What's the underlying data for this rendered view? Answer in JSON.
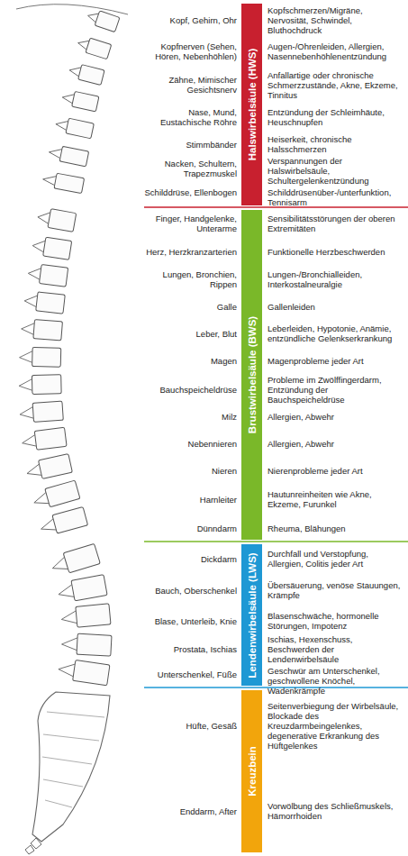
{
  "diagram": {
    "nodes": [
      {
        "text": [
          "Halswirbelsäule (HWS)"
        ]
      },
      {
        "text": [
          "Brustwirbelsäule (BWS)"
        ]
      },
      {
        "text": [
          "Lendenwirbelsäule (LWS)"
        ]
      },
      {
        "text": [
          "Kreuzbein"
        ]
      }
    ],
    "labels": [
      "Kopf, Gehirn, Ohr",
      "Kopfschmerzen/Migräne, Nervosität, Schwindel, Bluthochdruck",
      "Kopfnerven (Sehen, Hören, Nebenhöhlen)",
      "Augen-/Ohrenleiden, Allergien, Nasennebenhöhlenentzündung",
      "Zähne, Mimischer Gesichtsnerv",
      "Anfallartige oder chronische Schmerzzustände, Akne, Ekzeme, Tinnitus",
      "Nase, Mund, Eustachische Röhre",
      "Entzündung der Schleimhäute, Heuschnupfen",
      "Stimmbänder",
      "Heiserkeit, chronische Halsschmerzen",
      "Nacken, Schultern, Trapezmuskel",
      "Verspannungen der Halswirbelsäule, Schultergelenkentzündung",
      "Schilddrüse, Ellenbogen",
      "Schilddrüsenüber-/unterfunktion, Tennisarm",
      "Finger, Handgelenke, Unterarme",
      "Sensibilitätsstörungen der oberen Extremitäten",
      "Herz, Herzkranzarterien",
      "Funktionelle Herzbeschwerden",
      "Lungen, Bronchien, Rippen",
      "Lungen-/Bronchialleiden, Interkostalneuralgie",
      "Galle",
      "Gallenleiden",
      "Leber, Blut",
      "Leberleiden, Hypotonie, Anämie, entzündliche Gelenkserkrankung",
      "Magen",
      "Magenprobleme jeder Art",
      "Bauchspeicheldrüse",
      "Probleme im Zwölffingerdarm, Entzündung der Bauchspeicheldrüse",
      "Milz",
      "Allergien, Abwehr",
      "Nebennieren",
      "Allergien, Abwehr",
      "Nieren",
      "Nierenprobleme jeder Art",
      "Harnleiter",
      "Hautunreinheiten wie Akne, Ekzeme, Furunkel",
      "Dünndarm",
      "Rheuma, Blähungen",
      "Dickdarm",
      "Durchfall und Verstopfung, Allergien, Colitis jeder Art",
      "Bauch, Oberschenkel",
      "Übersäuerung, venöse Stauungen, Krämpfe",
      "Blase, Unterleib, Knie",
      "Blasenschwäche, hormonelle Störungen, Impotenz",
      "Prostata, Ischias",
      "Ischias, Hexenschuss, Beschwerden der Lendenwirbelsäule",
      "Unterschenkel, Füße",
      "Geschwür am Unterschenkel, geschwollene Knöchel, Wadenkrämpfe",
      "Hüfte, Gesäß",
      "Seitenverbiegung der Wirbelsäule, Blockade des Kreuzdarmbeingelenkes, degenerative Erkrankung des Hüftgelenkes",
      "Enddarm, After",
      "Vorwölbung des Schließmuskels, Hämorrhoiden"
    ]
  }
}
